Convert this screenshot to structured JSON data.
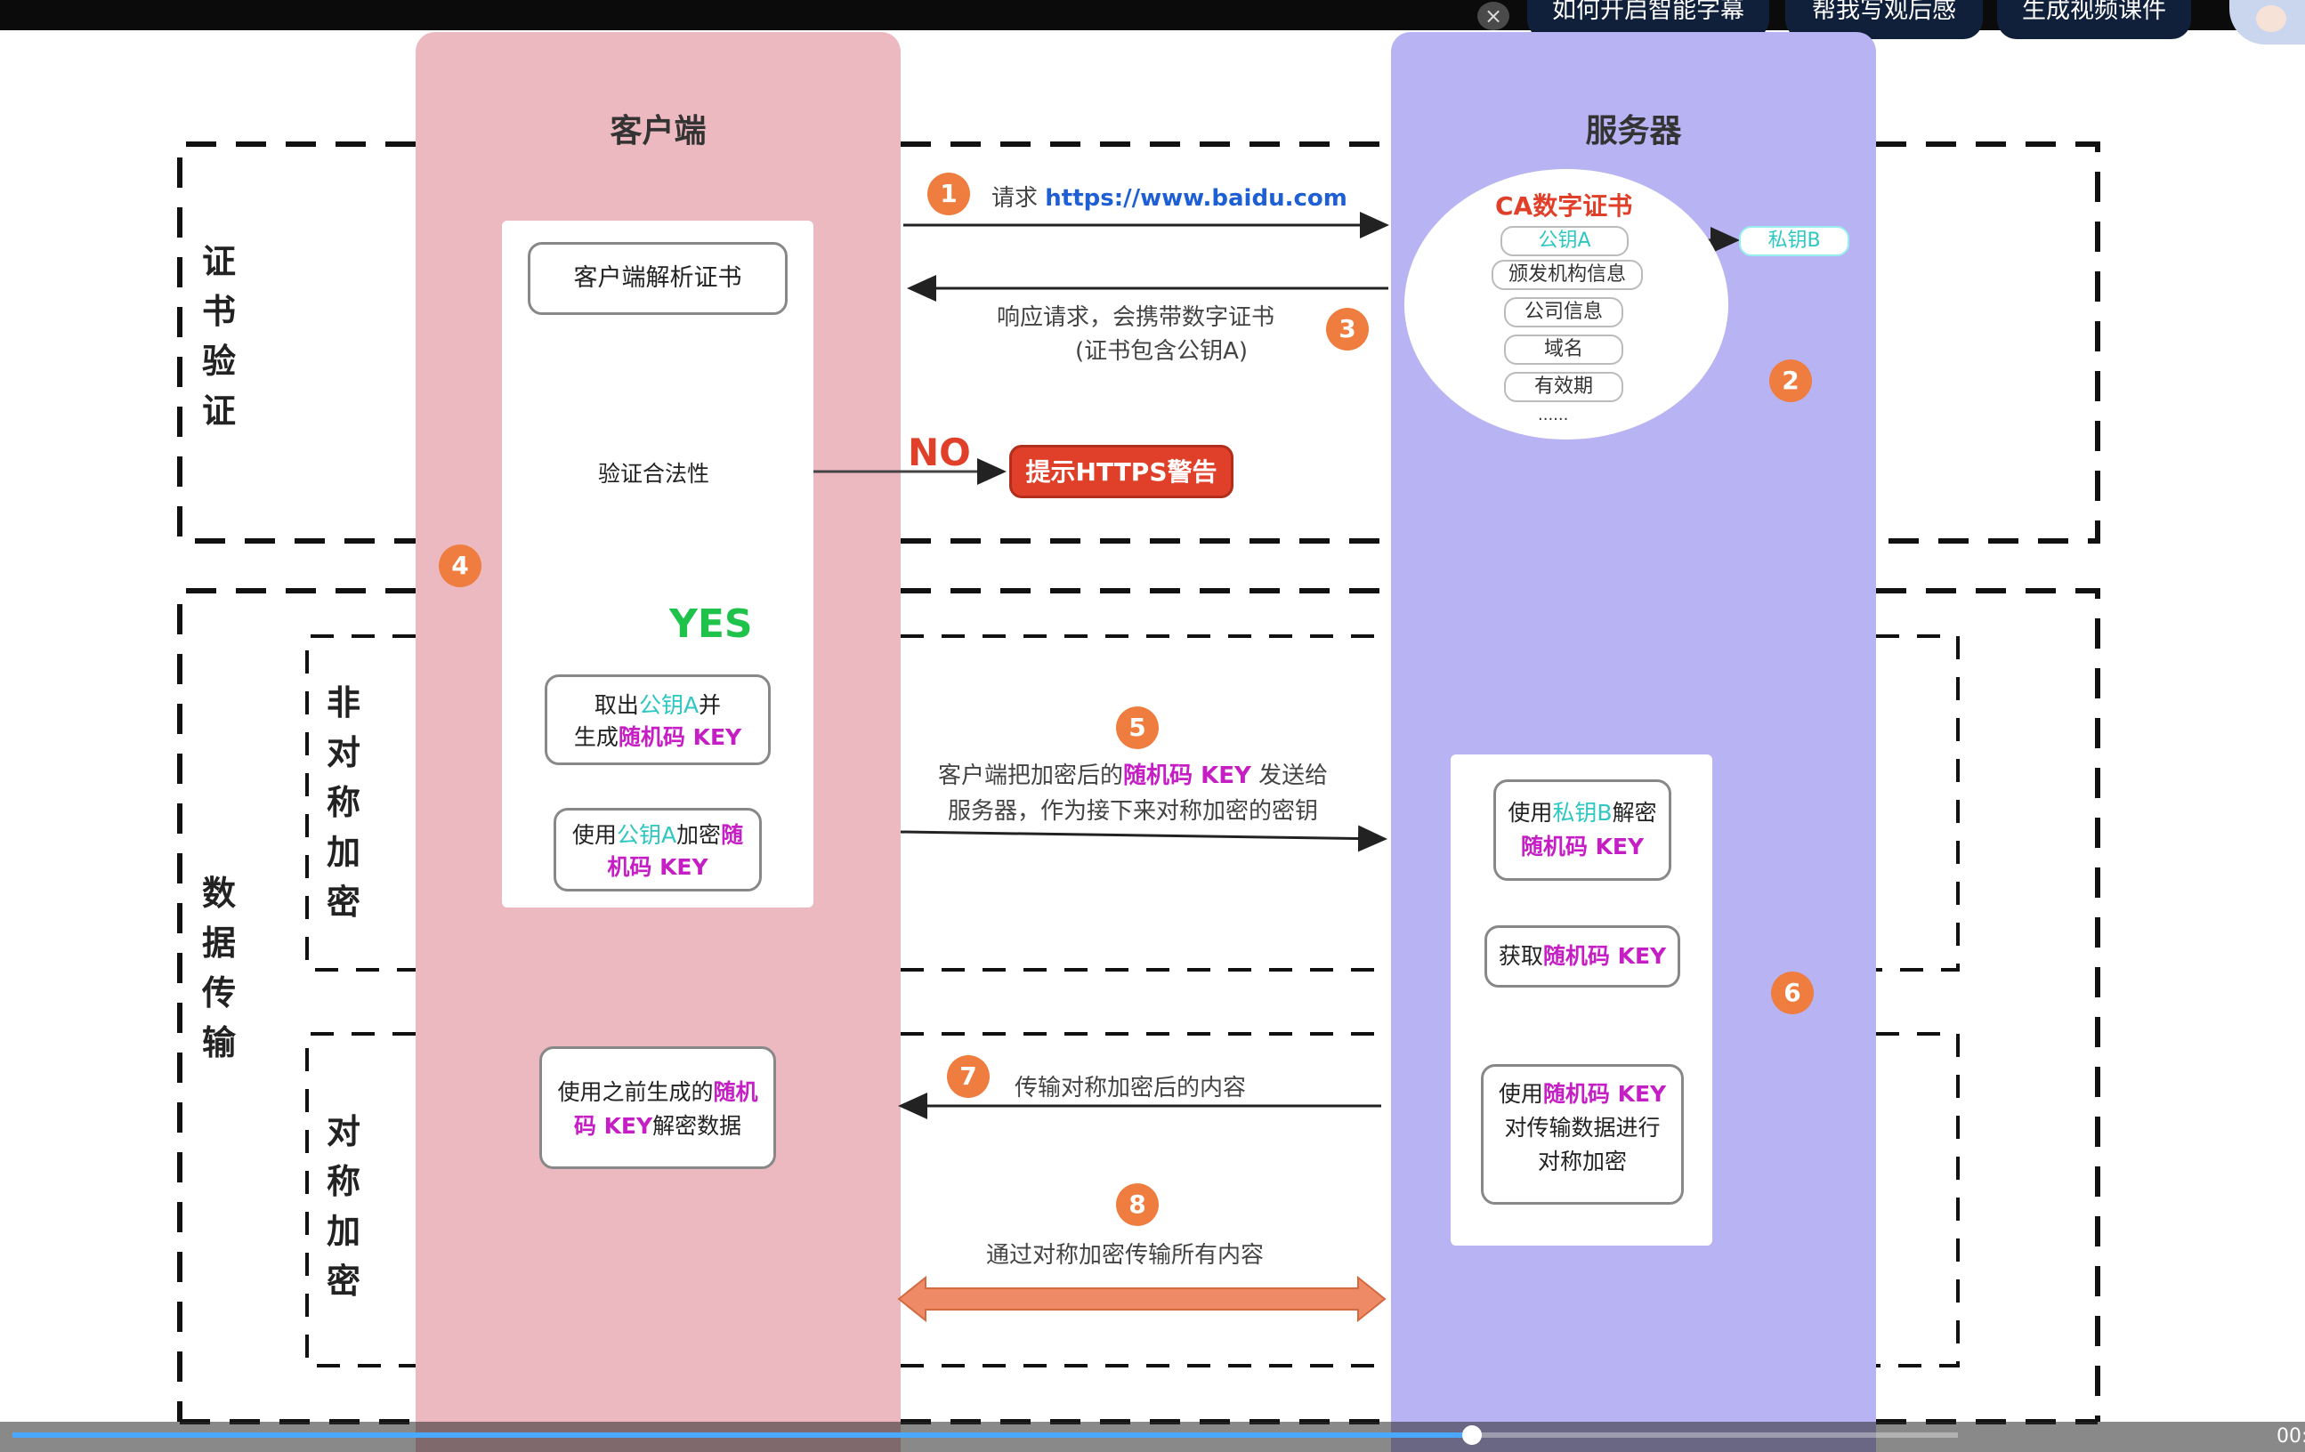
{
  "player": {
    "close_glyph": "×",
    "buttons": [
      "如何开启智能字幕",
      "帮我写观后感",
      "生成视频课件"
    ],
    "time": "00:",
    "progress": 0.75
  },
  "diagram": {
    "client_title": "客户端",
    "server_title": "服务器",
    "section_cert": "证书验证",
    "section_data": "数据传输",
    "section_asym": "非对称加密",
    "section_sym": "对称加密",
    "client_parse": "客户端解析证书",
    "verify": "验证合法性",
    "no_label": "NO",
    "yes_label": "YES",
    "warn": "提示HTTPS警告",
    "take_a_1": "取出",
    "take_a_2": "公钥A",
    "take_a_3": "并",
    "take_a_4": "生成",
    "take_a_5": "随机码 KEY",
    "enc_1": "使用",
    "enc_2": "公钥A",
    "enc_3": "加密",
    "enc_4": "随",
    "enc_5": "机码 KEY",
    "dec_1": "使用之前生成的",
    "dec_2": "随机",
    "dec_3": "码 KEY",
    "dec_4": "解密数据",
    "step1_label": "请求",
    "step1_url": "https://www.baidu.com",
    "step3_line1": "响应请求，会携带数字证书",
    "step3_line2": "(证书包含公钥A)",
    "step5_line1a": "客户端把加密后的",
    "step5_line1b": "随机码 KEY",
    "step5_line1c": " 发送给",
    "step5_line2": "服务器，作为接下来对称加密的密钥",
    "step7": "传输对称加密后的内容",
    "step8": "通过对称加密传输所有内容",
    "ca_title": "CA数字证书",
    "ca_items": [
      "公钥A",
      "颁发机构信息",
      "公司信息",
      "域名",
      "有效期",
      "......"
    ],
    "private_key": "私钥B",
    "srv_dec_1": "使用",
    "srv_dec_2": "私钥B",
    "srv_dec_3": "解密",
    "srv_dec_4": "随机码 KEY",
    "srv_get_1": "获取",
    "srv_get_2": "随机码 KEY",
    "srv_enc_1": "使用",
    "srv_enc_2": "随机码 KEY",
    "srv_enc_3": "对传输数据进行",
    "srv_enc_4": "对称加密",
    "steps": [
      "1",
      "2",
      "3",
      "4",
      "5",
      "6",
      "7",
      "8"
    ]
  },
  "colors": {
    "client": "#ebb9bf",
    "server": "#b8b3f2",
    "badge": "#ee7d3f",
    "warning": "#e0402a",
    "highlight": "#c41ec4",
    "key_a": "#2ec7c1"
  }
}
